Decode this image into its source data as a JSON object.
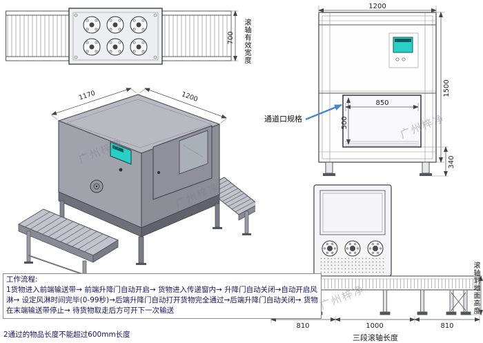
{
  "watermark": "广州梓净",
  "top_view": {
    "dim_width": "700",
    "label": "滚轴有效宽度"
  },
  "iso_view": {
    "dim_depth": "1170",
    "dim_width": "1200"
  },
  "front_view": {
    "dim_width": "1200",
    "dim_height": "1500",
    "dim_opening_width": "850",
    "dim_opening_height": "500",
    "dim_ground": "340",
    "channel_label": "通道口规格"
  },
  "bottom_view": {
    "dim_left": "810",
    "dim_mid": "1000",
    "dim_right": "810",
    "length_label": "三段滚轴长度",
    "height_label": "滚轴到地面高度"
  },
  "workflow": {
    "title": "工作流程:",
    "step1": "1货物进入前端输送带→ 前端升降门自动开启→ 货物进入传递窗内→ 升降门自动关闭→自动开启风淋→ 设定风淋时间完毕(0-99秒)→后端升降门自动打开货物完全通过→后端升降门自动关闭→ 货物在末端输送带停止→ 待货物取走后方可开下一次输送",
    "note": "2通过的物品长度不能超过600mm长度"
  }
}
